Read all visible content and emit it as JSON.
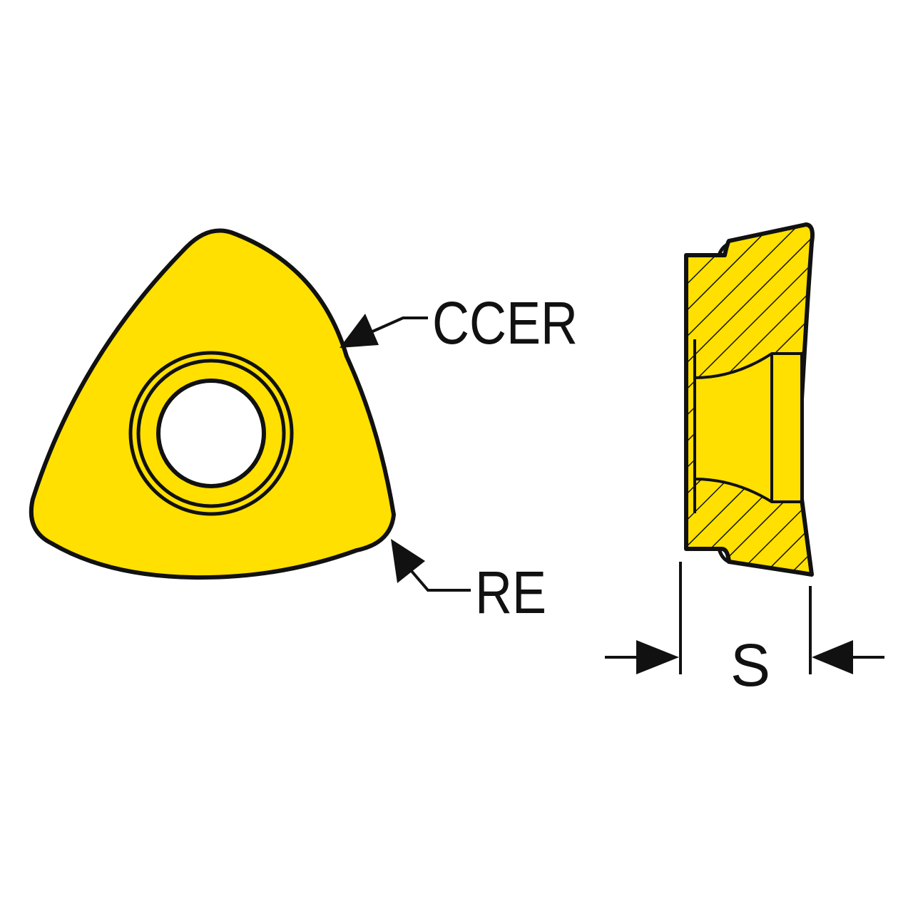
{
  "labels": {
    "corner_chip_edge": "CCER",
    "corner_radius": "RE",
    "thickness": "S"
  },
  "colors": {
    "insert_fill": "#FFE000",
    "outline": "#111111",
    "background": "#FFFFFF"
  },
  "icons": {
    "leader_arrow": "filled-triangle-arrowhead",
    "dimension_arrow": "filled-triangle-arrowhead"
  }
}
